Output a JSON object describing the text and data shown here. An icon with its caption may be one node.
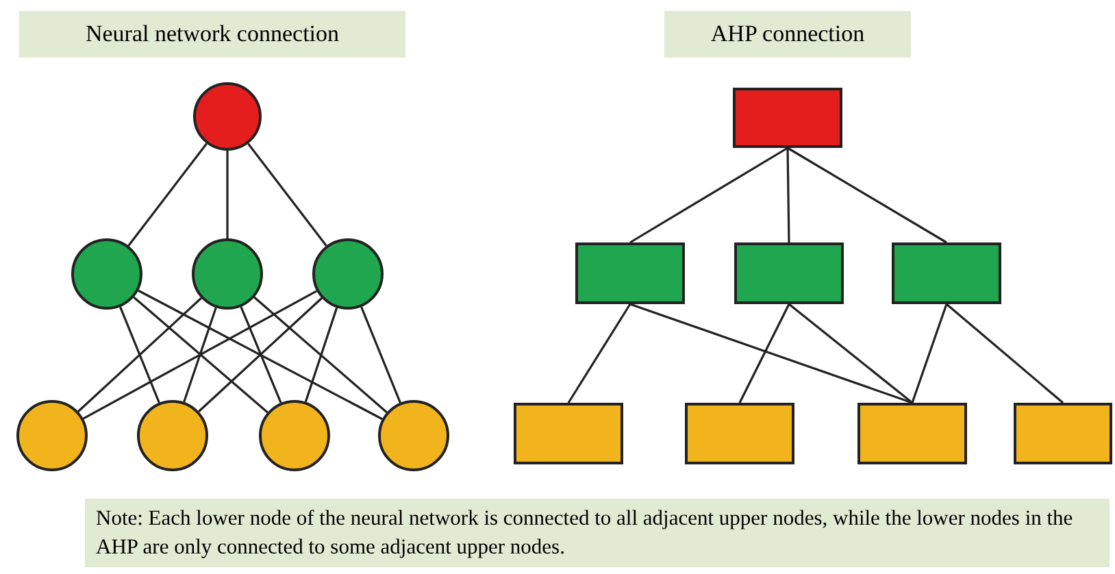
{
  "diagram": {
    "nodes": [
      {
        "text": [
          "Neural network connection"
        ]
      },
      {
        "text": [
          "AHP connection"
        ]
      },
      {
        "text": [],
        "shape": "circle"
      },
      {
        "text": [],
        "shape": "circle"
      },
      {
        "text": [],
        "shape": "circle"
      },
      {
        "text": [],
        "shape": "circle"
      },
      {
        "text": [],
        "shape": "circle"
      },
      {
        "text": [],
        "shape": "circle"
      },
      {
        "text": [],
        "shape": "circle"
      },
      {
        "text": [],
        "shape": "circle"
      },
      {
        "text": [],
        "shape": "box"
      },
      {
        "text": [],
        "shape": "box"
      },
      {
        "text": [],
        "shape": "box"
      },
      {
        "text": [],
        "shape": "box"
      },
      {
        "text": [],
        "shape": "box"
      },
      {
        "text": [],
        "shape": "box"
      },
      {
        "text": [],
        "shape": "box"
      },
      {
        "text": [],
        "shape": "box"
      },
      {
        "text": [
          "Note: Each lower node of the neural network is connected to all adjacent upper nodes, while the lower nodes in the AHP are only connected to some adjacent upper nodes."
        ]
      }
    ],
    "edges": [
      {
        "from": 2,
        "to": 3,
        "arrow": "none"
      },
      {
        "from": 2,
        "to": 4,
        "arrow": "none"
      },
      {
        "from": 2,
        "to": 5,
        "arrow": "none"
      },
      {
        "from": 3,
        "to": 7,
        "arrow": "none"
      },
      {
        "from": 3,
        "to": 8,
        "arrow": "none"
      },
      {
        "from": 3,
        "to": 9,
        "arrow": "none"
      },
      {
        "from": 4,
        "to": 6,
        "arrow": "none"
      },
      {
        "from": 4,
        "to": 7,
        "arrow": "none"
      },
      {
        "from": 4,
        "to": 8,
        "arrow": "none"
      },
      {
        "from": 4,
        "to": 9,
        "arrow": "none"
      },
      {
        "from": 5,
        "to": 6,
        "arrow": "none"
      },
      {
        "from": 5,
        "to": 7,
        "arrow": "none"
      },
      {
        "from": 5,
        "to": 8,
        "arrow": "none"
      },
      {
        "from": 5,
        "to": 9,
        "arrow": "none"
      },
      {
        "from": 10,
        "to": 11,
        "arrow": "none"
      },
      {
        "from": 10,
        "to": 12,
        "arrow": "none"
      },
      {
        "from": 10,
        "to": 13,
        "arrow": "none"
      },
      {
        "from": 11,
        "to": 14,
        "arrow": "none"
      },
      {
        "from": 11,
        "to": 16,
        "arrow": "none"
      },
      {
        "from": 12,
        "to": 15,
        "arrow": "none"
      },
      {
        "from": 12,
        "to": 16,
        "arrow": "none"
      },
      {
        "from": 13,
        "to": 16,
        "arrow": "none"
      },
      {
        "from": 13,
        "to": 17,
        "arrow": "none"
      }
    ]
  }
}
